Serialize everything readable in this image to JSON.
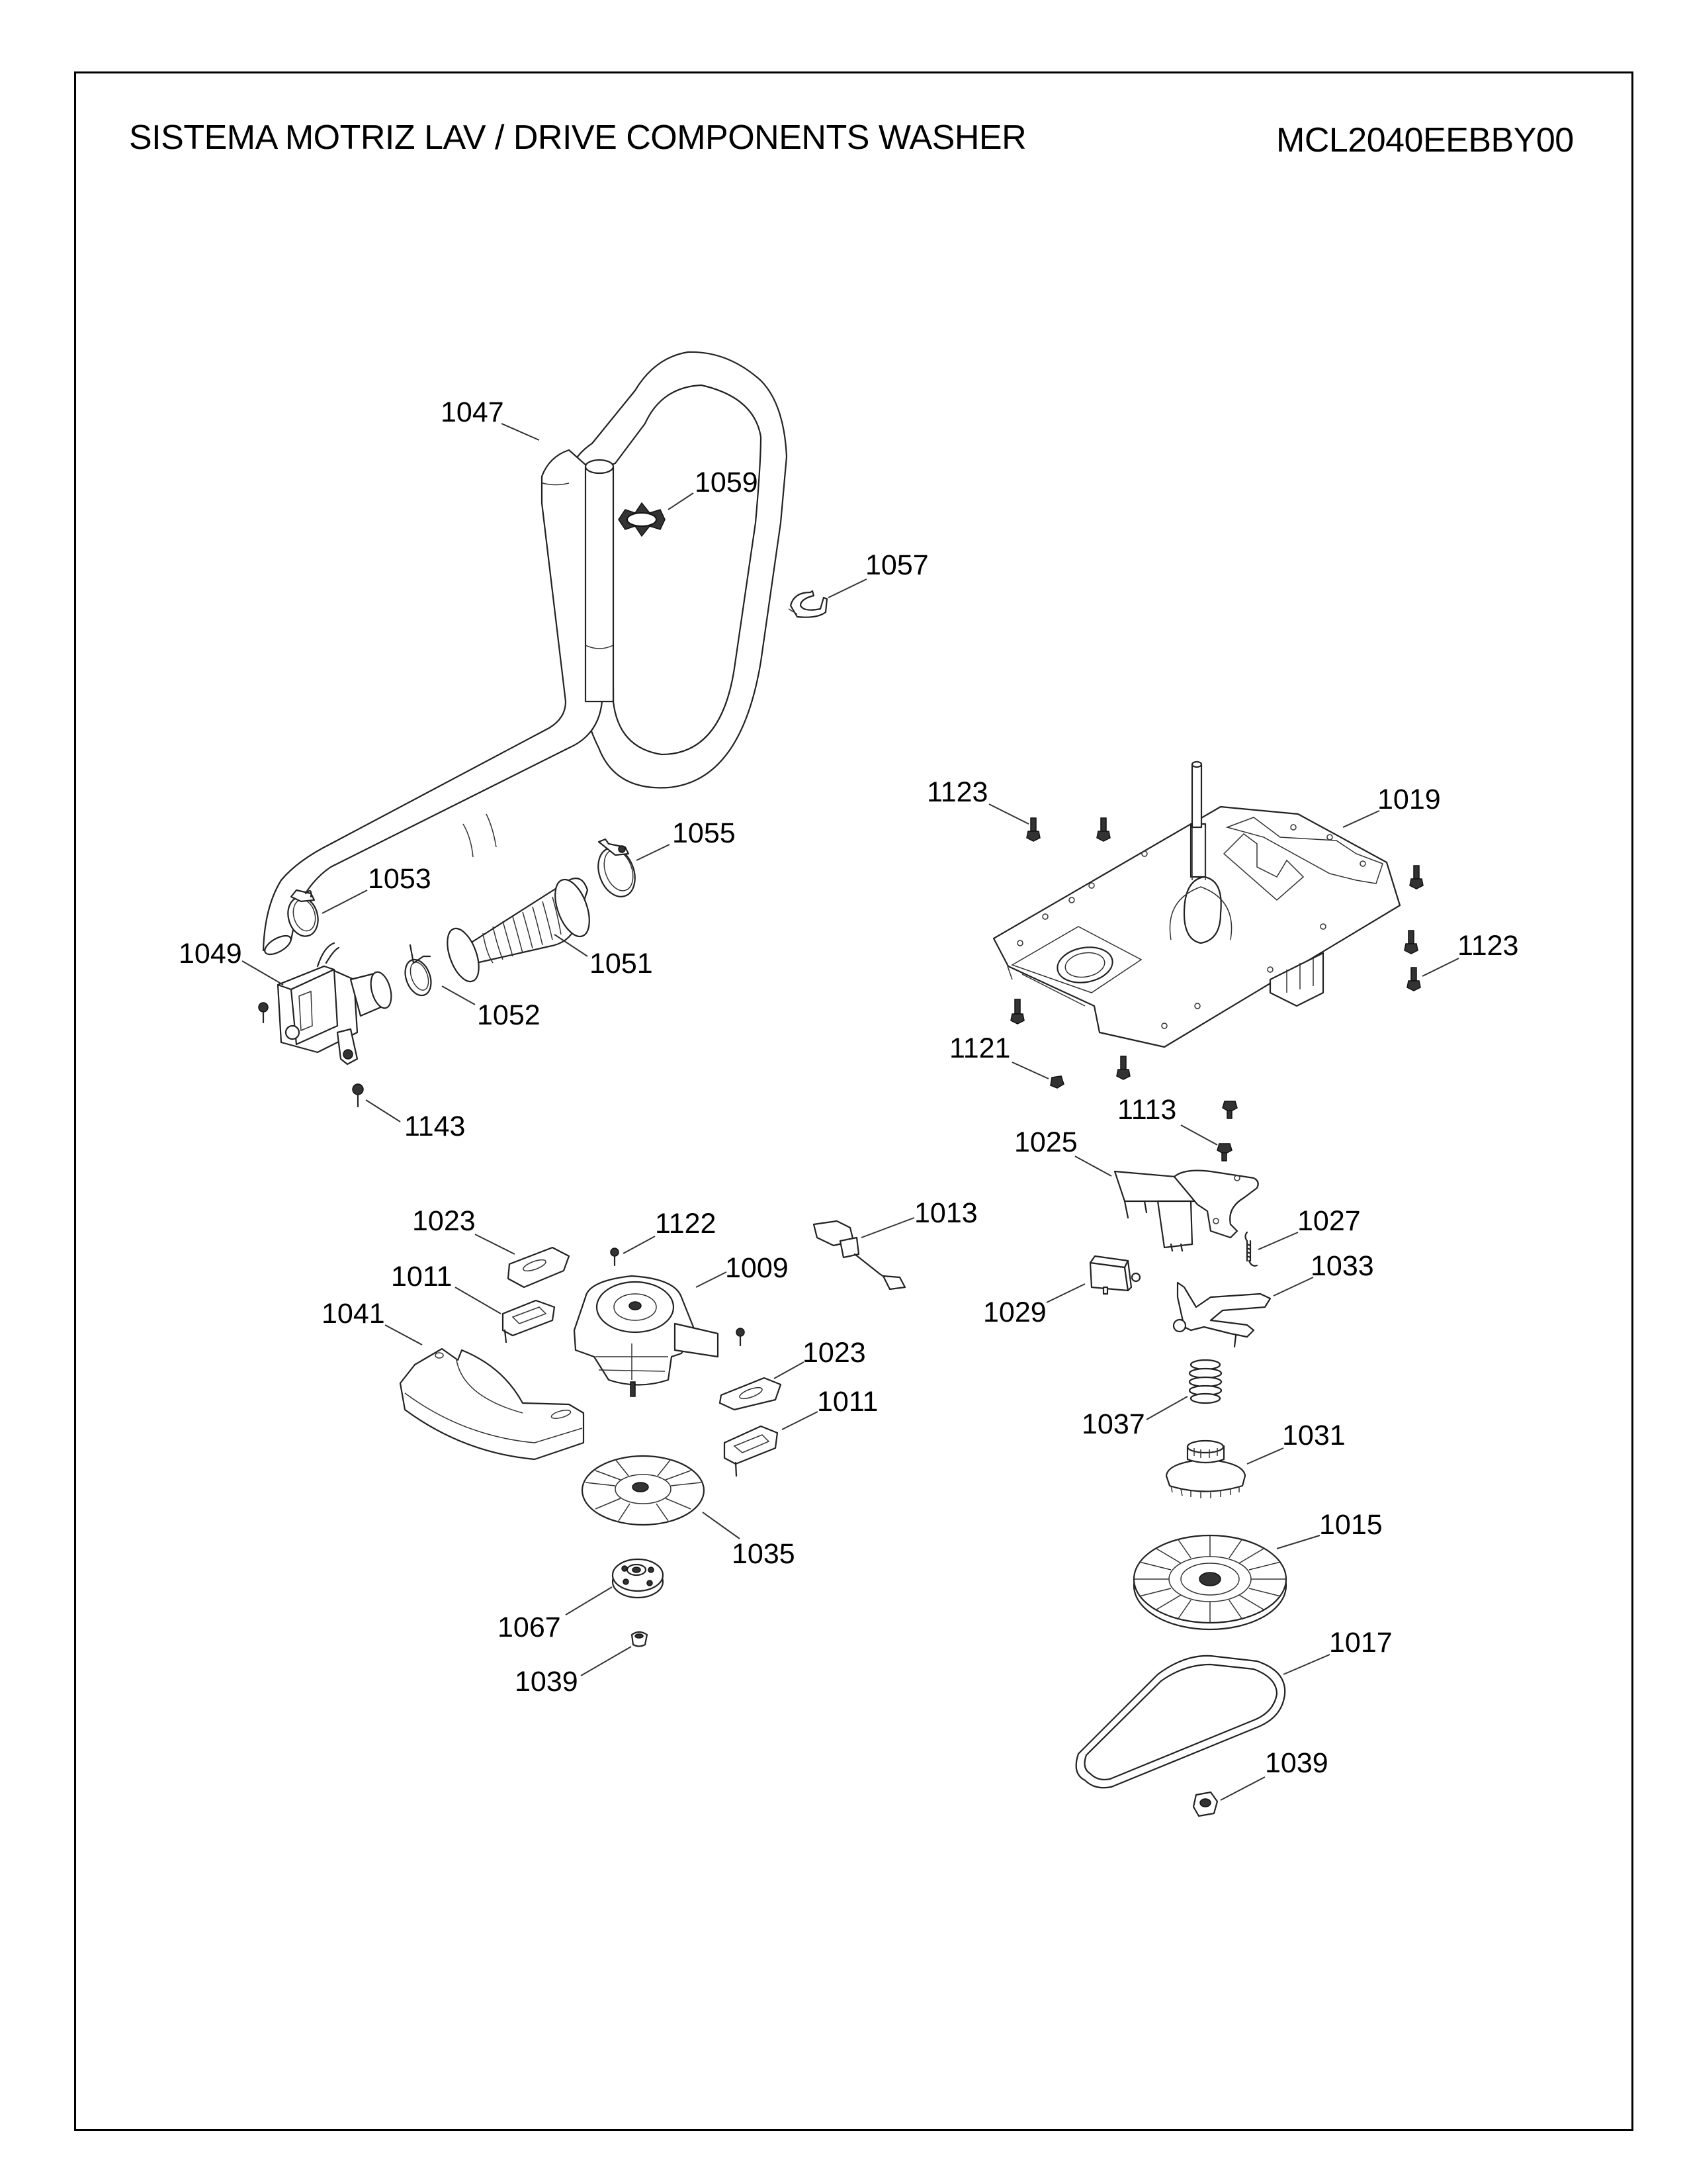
{
  "header": {
    "title": "SISTEMA MOTRIZ LAV / DRIVE COMPONENTS WASHER",
    "model": "MCL2040EEBBY00"
  },
  "callouts": {
    "drain_hose": "1047",
    "hose_clip_star": "1059",
    "hose_clip_side": "1057",
    "clamp_1055": "1055",
    "clamp_1053": "1053",
    "bellows_hose": "1051",
    "drain_pump": "1049",
    "clamp_1052": "1052",
    "screw_1143": "1143",
    "screw_1123_top": "1123",
    "base_platform": "1019",
    "screw_1123_right": "1123",
    "screw_1121": "1121",
    "screw_1113": "1113",
    "clutch_lever": "1025",
    "spring_1027": "1027",
    "wire_harness": "1013",
    "screw_1122": "1122",
    "bracket_1023_left": "1023",
    "motor": "1009",
    "mount_1011_left": "1011",
    "counterweight": "1041",
    "fork_1033": "1033",
    "actuator_1029": "1029",
    "bracket_1023_right": "1023",
    "mount_1011_right": "1011",
    "spring_1037": "1037",
    "coupling_1031": "1031",
    "motor_fan_pulley": "1035",
    "drive_pulley": "1015",
    "motor_pulley": "1067",
    "belt": "1017",
    "nut_1039_left": "1039",
    "nut_1039_right": "1039"
  }
}
